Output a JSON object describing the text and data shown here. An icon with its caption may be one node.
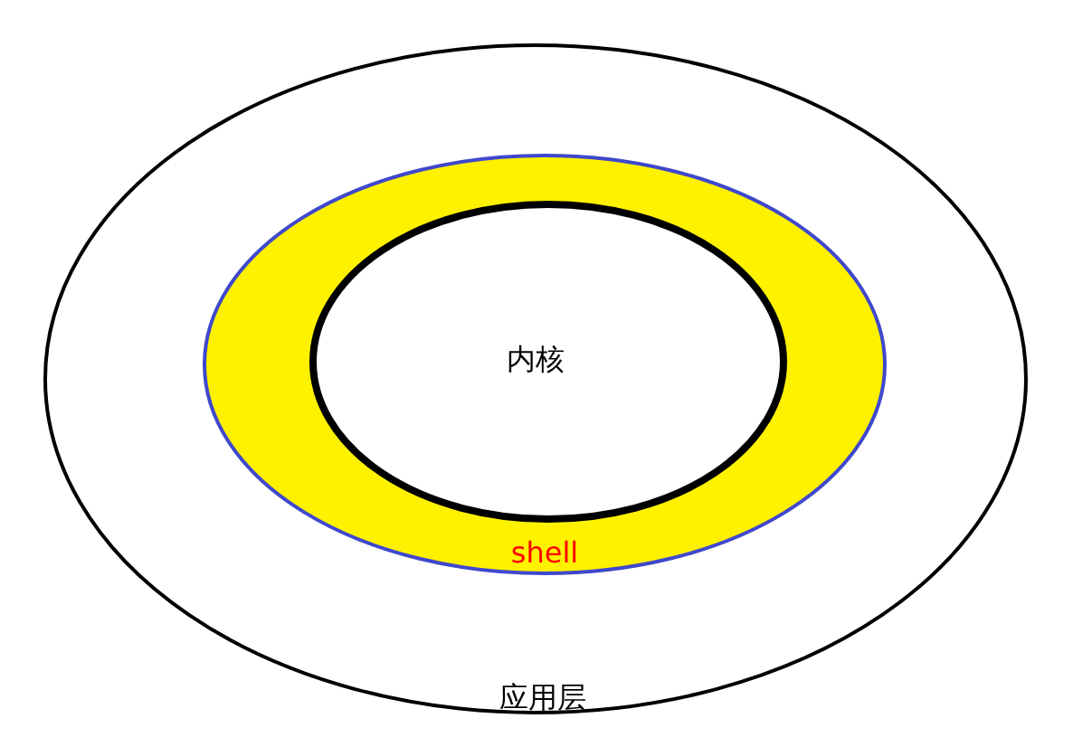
{
  "diagram": {
    "nodes": [
      {
        "text": [
          "应用层"
        ]
      },
      {
        "text": [
          "shell"
        ],
        "in": 0
      },
      {
        "text": [
          "内核"
        ],
        "in": 1
      }
    ]
  }
}
